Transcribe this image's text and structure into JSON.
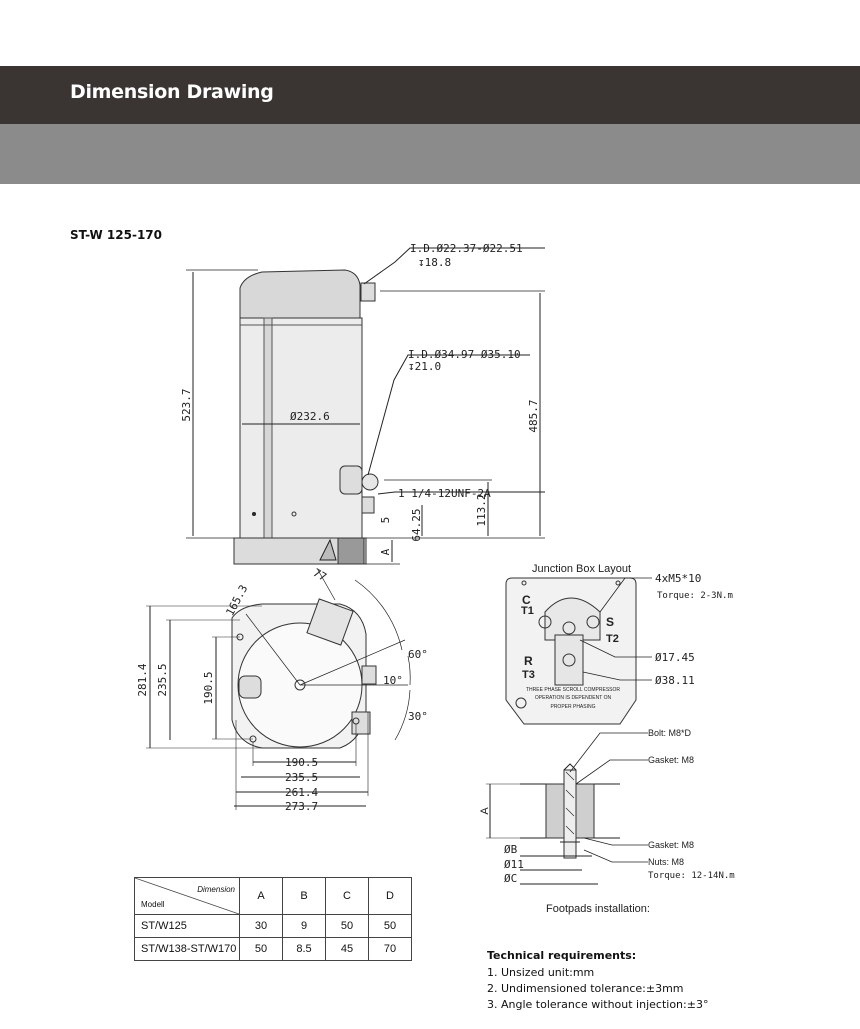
{
  "header": {
    "title": "Dimension Drawing"
  },
  "model_title": "ST-W 125-170",
  "labels": {
    "suction_id": "I.D.Ø22.37-Ø22.51",
    "suction_depth": "↧18.8",
    "discharge_id": "I.D.Ø34.97-Ø35.10",
    "discharge_depth": "↧21.0",
    "thread": "1 1/4-12UNF-2A",
    "height_total": "523.7",
    "height_suction": "485.7",
    "height_discharge": "113.2",
    "height_foot": "64.25",
    "height_five": "5",
    "shell_dia": "Ø232.6",
    "dim_a": "A",
    "w_190_5": "190.5",
    "w_235_5": "235.5",
    "w_261_4": "261.4",
    "w_273_7": "273.7",
    "h_281_4": "281.4",
    "h_235_5": "235.5",
    "h_190_5": "190.5",
    "r_165_3": "165.3",
    "a_77": "77",
    "a_60": "60°",
    "a_10": "10°",
    "a_30": "30°"
  },
  "junction": {
    "title": "Junction Box Layout",
    "screws": "4xM5*10",
    "torque1": "Torque: 2-3N.m",
    "d1": "Ø17.45",
    "d2": "Ø38.11",
    "c": "C",
    "t1": "T1",
    "s": "S",
    "t2": "T2",
    "r": "R",
    "t3": "T3",
    "warn1": "THREE PHASE SCROLL COMPRESSOR",
    "warn2": "OPERATION IS DEPENDENT ON",
    "warn3": "PROPER PHASING"
  },
  "footpad": {
    "bolt": "Bolt: M8*D",
    "gasket_top": "Gasket: M8",
    "gasket_bottom": "Gasket: M8",
    "nuts": "Nuts: M8",
    "torque": "Torque: 12-14N.m",
    "a": "A",
    "b": "ØB",
    "d11": "Ø11",
    "c": "ØC",
    "caption": "Footpads installation:"
  },
  "table": {
    "corner_top": "Dimension",
    "corner_bottom": "Modell",
    "columns": [
      "A",
      "B",
      "C",
      "D"
    ],
    "rows": [
      {
        "model": "ST/W125",
        "values": [
          "30",
          "9",
          "50",
          "50"
        ]
      },
      {
        "model": "ST/W138-ST/W170",
        "values": [
          "50",
          "8.5",
          "45",
          "70"
        ]
      }
    ]
  },
  "tech": {
    "title": "Technical requirements:",
    "items": [
      "1. Unsized unit:mm",
      "2. Undimensioned tolerance:±3mm",
      "3. Angle tolerance without injection:±3°"
    ]
  }
}
